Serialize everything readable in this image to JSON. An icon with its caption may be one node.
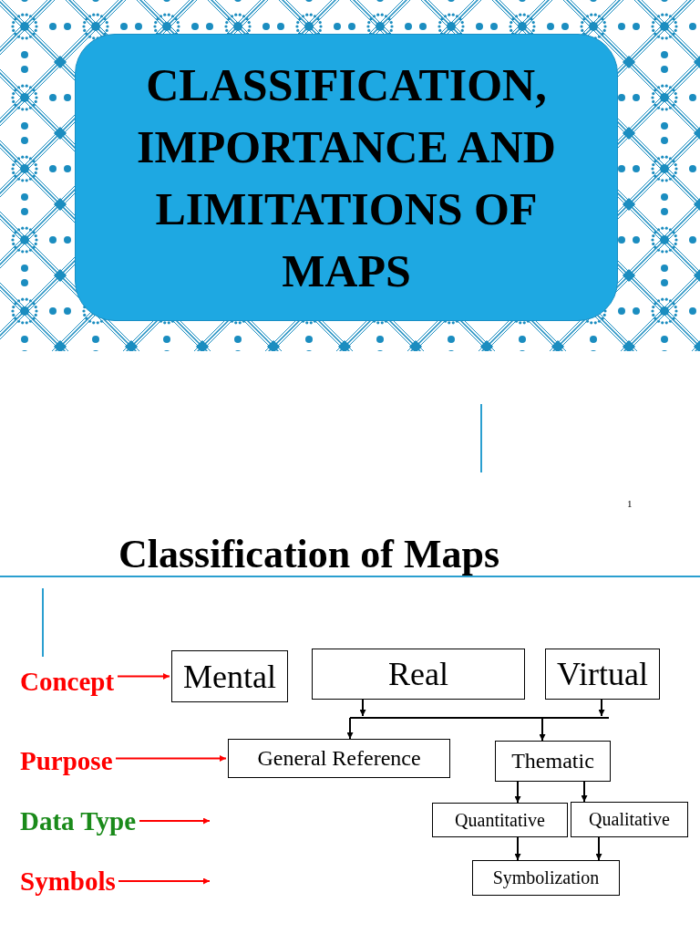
{
  "diagram": {
    "nodes": [
      {
        "text": [
          "CLASSIFICATION, IMPORTANCE AND LIMITATIONS OF MAPS"
        ]
      },
      {
        "text": [
          "Concept"
        ]
      },
      {
        "text": [
          "Mental"
        ]
      },
      {
        "text": [
          "Real"
        ]
      },
      {
        "text": [
          "Virtual"
        ]
      },
      {
        "text": [
          "Purpose"
        ]
      },
      {
        "text": [
          "General Reference"
        ]
      },
      {
        "text": [
          "Thematic"
        ]
      },
      {
        "text": [
          "Data Type"
        ]
      },
      {
        "text": [
          "Quantitative"
        ]
      },
      {
        "text": [
          "Qualitative"
        ]
      },
      {
        "text": [
          "Symbols"
        ]
      },
      {
        "text": [
          "Symbolization"
        ]
      }
    ],
    "edges": [
      {
        "from": 1,
        "to": 2,
        "arrow": "to",
        "color": "#ff0000"
      },
      {
        "from": 3,
        "to": 6,
        "arrow": "to"
      },
      {
        "from": 3,
        "to": 7,
        "arrow": "to"
      },
      {
        "from": 4,
        "to": 6,
        "arrow": "to"
      },
      {
        "from": 4,
        "to": 7,
        "arrow": "to"
      },
      {
        "from": 7,
        "to": 9,
        "arrow": "to"
      },
      {
        "from": 7,
        "to": 10,
        "arrow": "to"
      },
      {
        "from": 9,
        "to": 12,
        "arrow": "to"
      },
      {
        "from": 10,
        "to": 12,
        "arrow": "to"
      },
      {
        "from": 5,
        "to": 6,
        "arrow": "to",
        "color": "#ff0000"
      },
      {
        "from": 8,
        "to": null,
        "arrow": "to",
        "color": "#ff0000"
      },
      {
        "from": 11,
        "to": null,
        "arrow": "to",
        "color": "#ff0000"
      }
    ],
    "labels": [
      "1",
      "Classification of Maps"
    ]
  }
}
